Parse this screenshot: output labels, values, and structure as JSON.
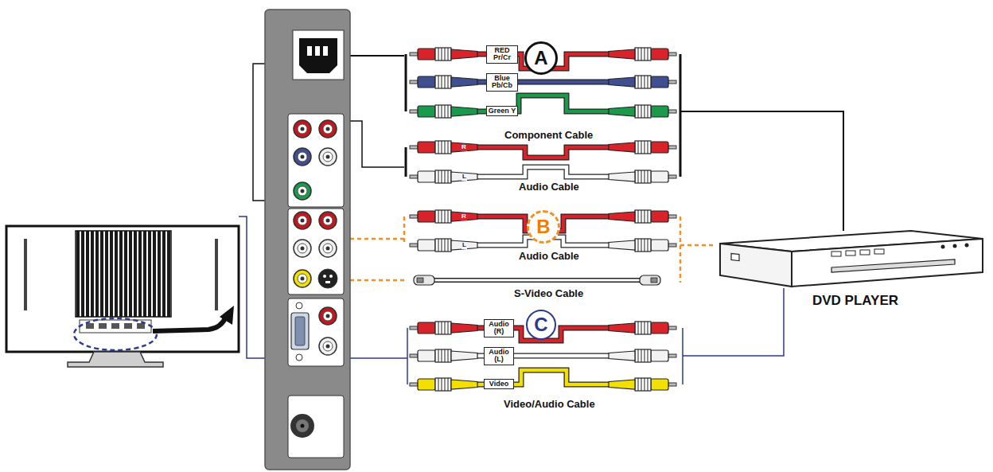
{
  "diagram": {
    "nodes": [
      {
        "text": [
          "A"
        ]
      },
      {
        "text": [
          "RED Pr/Cr"
        ]
      },
      {
        "text": [
          "Blue Pb/Cb"
        ]
      },
      {
        "text": [
          "Green Y"
        ]
      },
      {
        "text": [
          "B"
        ]
      },
      {
        "text": [
          "C"
        ]
      },
      {
        "text": [
          "Audio (R)"
        ]
      },
      {
        "text": [
          "Audio (L)"
        ]
      },
      {
        "text": [
          "Video"
        ]
      },
      {
        "text": [
          "DVD PLAYER"
        ]
      }
    ],
    "labels": [
      "Component Cable",
      "R",
      "L",
      "Audio Cable",
      "R",
      "L",
      "Audio Cable",
      "S-Video Cable",
      "Video/Audio Cable"
    ]
  }
}
